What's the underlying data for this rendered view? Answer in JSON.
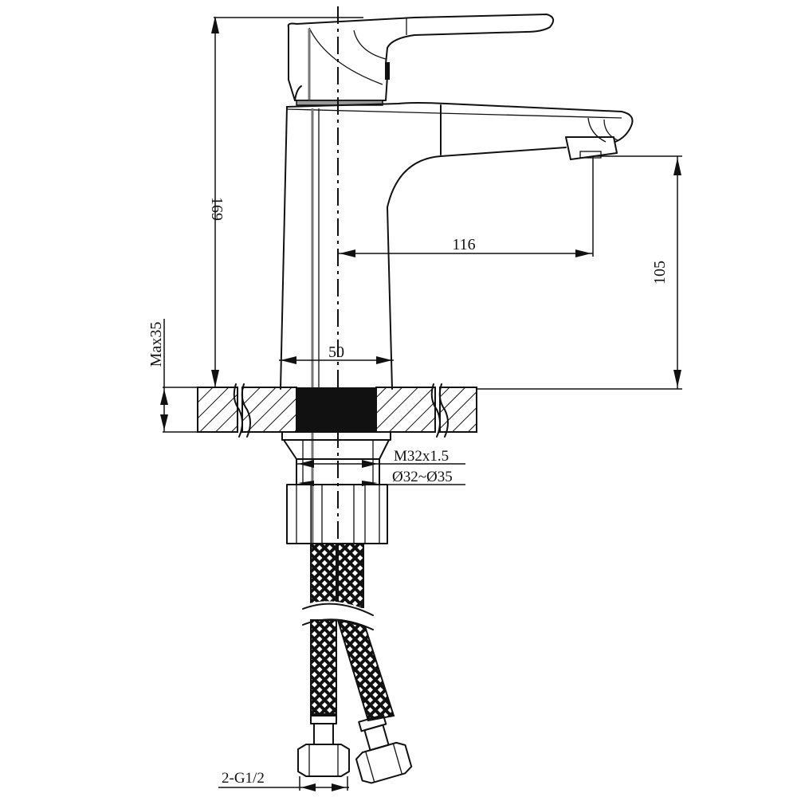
{
  "drawing": {
    "title": "Basin mixer faucet technical drawing",
    "units": "mm",
    "dimensions": {
      "overall_height": "169",
      "spout_reach": "116",
      "spout_height": "105",
      "body_diameter": "50",
      "max_deck_thickness": "Max35",
      "thread": "M32x1.5",
      "mounting_hole": "Ø32~Ø35",
      "hose_connection": "2-G1/2"
    },
    "colors": {
      "line": "#111111",
      "background": "#ffffff",
      "hatch": "#111111"
    }
  }
}
